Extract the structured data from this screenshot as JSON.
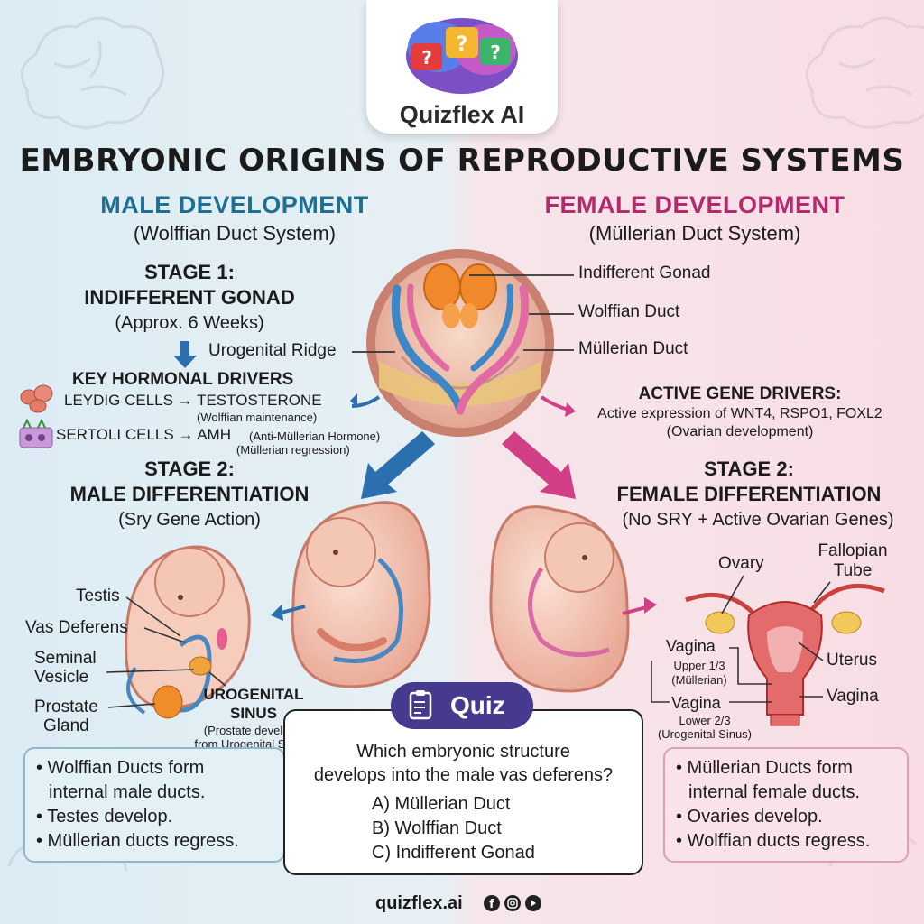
{
  "brand": {
    "name": "Quizflex AI",
    "footer_site": "quizflex.ai",
    "social_icons": [
      "facebook-icon",
      "instagram-icon",
      "youtube-icon"
    ]
  },
  "title": "EMBRYONIC ORIGINS OF REPRODUCTIVE SYSTEMS",
  "male": {
    "heading": "MALE DEVELOPMENT",
    "subheading": "(Wolffian Duct System)",
    "stage1": {
      "title1": "STAGE 1:",
      "title2": "INDIFFERENT GONAD",
      "time": "(Approx. 6 Weeks)"
    },
    "drivers": {
      "title": "KEY HORMONAL DRIVERS",
      "leydig": "LEYDIG CELLS → TESTOSTERONE",
      "leydig_note": "(Wolffian maintenance)",
      "sertoli": "SERTOLI CELLS → AMH",
      "sertoli_note1": "(Anti-Müllerian Hormone)",
      "sertoli_note2": "(Müllerian regression)"
    },
    "stage2": {
      "title1": "STAGE 2:",
      "title2": "MALE DIFFERENTIATION",
      "sub": "(Sry Gene Action)"
    },
    "labels": {
      "testis": "Testis",
      "vas": "Vas Deferens",
      "seminal1": "Seminal",
      "seminal2": "Vesicle",
      "prostate1": "Prostate",
      "prostate2": "Gland",
      "ugs1": "UROGENITAL",
      "ugs2": "SINUS",
      "ugs_note1": "(Prostate develops",
      "ugs_note2": "from Urogenital Sinus)"
    },
    "summary": [
      "• Wolffian Ducts form",
      "internal male ducts.",
      "• Testes develop.",
      "• Müllerian ducts regress."
    ]
  },
  "female": {
    "heading": "FEMALE DEVELOPMENT",
    "subheading": "(Müllerian Duct System)",
    "drivers": {
      "title": "ACTIVE GENE DRIVERS:",
      "line": "Active expression of WNT4, RSPO1, FOXL2",
      "note": "(Ovarian development)"
    },
    "stage2": {
      "title1": "STAGE 2:",
      "title2": "FEMALE DIFFERENTIATION",
      "sub": "(No SRY + Active Ovarian Genes)"
    },
    "labels": {
      "ovary": "Ovary",
      "fallopian1": "Fallopian",
      "fallopian2": "Tube",
      "uterus": "Uterus",
      "vagina_right": "Vagina",
      "vagina_upper": "Vagina",
      "upper_note1": "Upper 1/3",
      "upper_note2": "(Müllerian)",
      "vagina_lower": "Vagina",
      "lower_note1": "Lower 2/3",
      "lower_note2": "(Urogenital Sinus)"
    },
    "summary": [
      "• Müllerian Ducts form",
      "internal female ducts.",
      "• Ovaries develop.",
      "• Wolffian ducts regress."
    ]
  },
  "center_labels": {
    "gonad": "Indifferent Gonad",
    "wolffian": "Wolffian Duct",
    "mullerian": "Müllerian Duct",
    "ridge": "Urogenital Ridge"
  },
  "quiz": {
    "badge": "Quiz",
    "question1": "Which embryonic structure",
    "question2": "develops into the male vas deferens?",
    "options": [
      "A) Müllerian Duct",
      "B) Wolffian Duct",
      "C) Indifferent Gonad"
    ]
  },
  "colors": {
    "male_accent": "#1f6f93",
    "female_accent": "#b42a6e",
    "quiz_badge": "#463a8e"
  }
}
